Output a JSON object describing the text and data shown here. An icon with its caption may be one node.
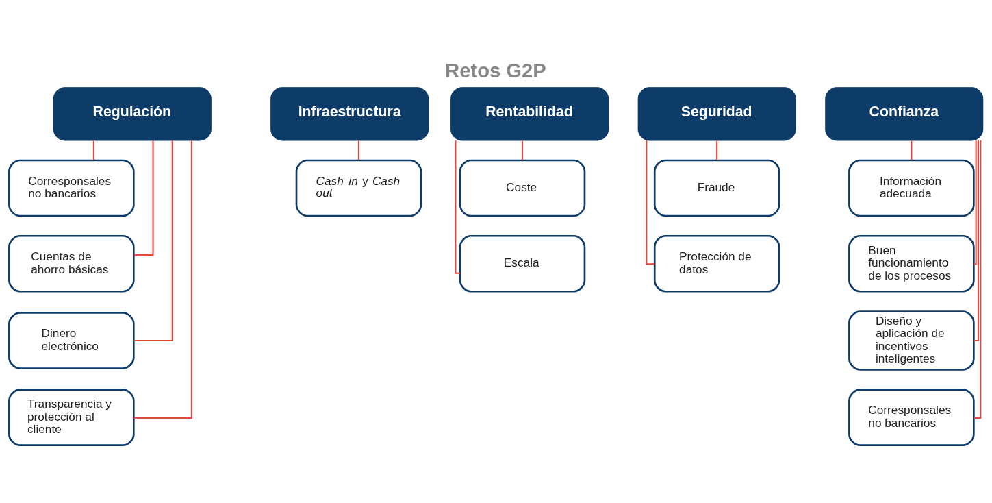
{
  "diagram": {
    "title": "Retos G2P",
    "nodes": [
      {
        "text": [
          "Regulación"
        ]
      },
      {
        "text": [
          "Corresponsales no bancarios"
        ]
      },
      {
        "text": [
          "Cuentas de ahorro básicas"
        ]
      },
      {
        "text": [
          "Dinero electrónico"
        ]
      },
      {
        "text": [
          "Transparencia y protección al cliente"
        ]
      },
      {
        "text": [
          "Infraestructura"
        ]
      },
      {
        "text": [
          "*Cash in* y *Cash out*"
        ]
      },
      {
        "text": [
          "Rentabilidad"
        ]
      },
      {
        "text": [
          "Coste"
        ]
      },
      {
        "text": [
          "Escala"
        ]
      },
      {
        "text": [
          "Seguridad"
        ]
      },
      {
        "text": [
          "Fraude"
        ]
      },
      {
        "text": [
          "Protección de datos"
        ]
      },
      {
        "text": [
          "Confianza"
        ]
      },
      {
        "text": [
          "Información adecuada"
        ]
      },
      {
        "text": [
          "Buen funcionamiento de los procesos"
        ]
      },
      {
        "text": [
          "Diseño y aplicación de incentivos inteligentes"
        ]
      },
      {
        "text": [
          "Corresponsales no bancarios"
        ]
      }
    ],
    "edges": [
      {
        "from": 0,
        "to": 1,
        "arrow": "none"
      },
      {
        "from": 0,
        "to": 2,
        "arrow": "none"
      },
      {
        "from": 0,
        "to": 3,
        "arrow": "none"
      },
      {
        "from": 0,
        "to": 4,
        "arrow": "none"
      },
      {
        "from": 5,
        "to": 6,
        "arrow": "none"
      },
      {
        "from": 7,
        "to": 8,
        "arrow": "none"
      },
      {
        "from": 7,
        "to": 9,
        "arrow": "none"
      },
      {
        "from": 10,
        "to": 11,
        "arrow": "none"
      },
      {
        "from": 10,
        "to": 12,
        "arrow": "none"
      },
      {
        "from": 13,
        "to": 14,
        "arrow": "none"
      },
      {
        "from": 13,
        "to": 15,
        "arrow": "none"
      },
      {
        "from": 13,
        "to": 16,
        "arrow": "none"
      },
      {
        "from": 13,
        "to": 17,
        "arrow": "none"
      }
    ]
  }
}
